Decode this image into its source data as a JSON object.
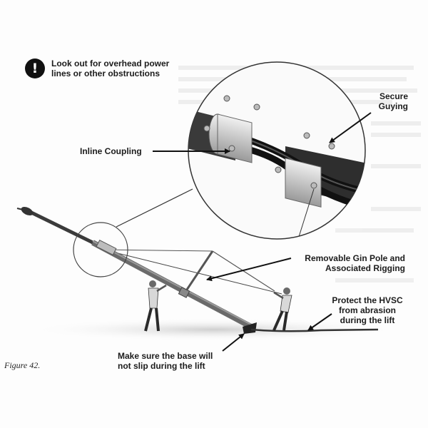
{
  "warning": {
    "icon": "exclamation-icon",
    "text": "Look out for overhead power\nlines or other obstructions"
  },
  "callouts": {
    "secure_guying": "Secure\nGuying",
    "inline_coupling": "Inline Coupling",
    "gin_pole": "Removable Gin Pole and\nAssociated Rigging",
    "protect_hvsc": "Protect the HVSC\nfrom abrasion\nduring the lift",
    "base_slip": "Make sure the base will\nnot slip during the lift"
  },
  "figure_caption": "Figure 42."
}
